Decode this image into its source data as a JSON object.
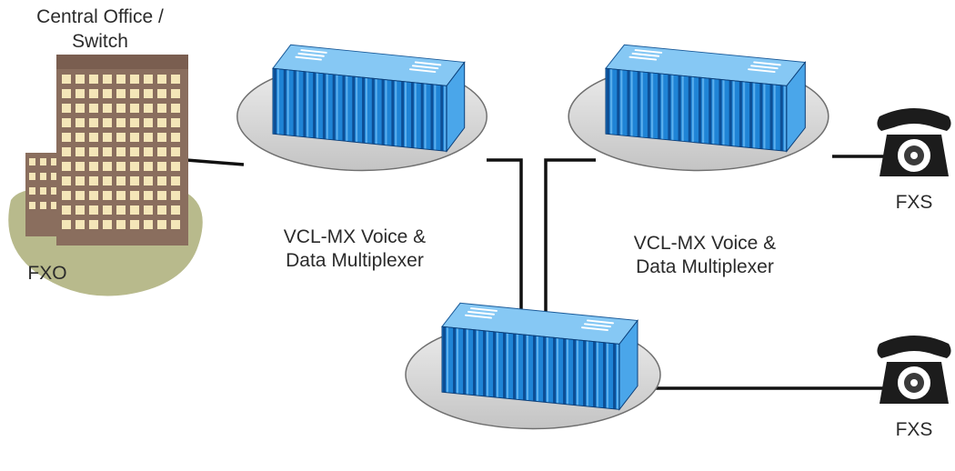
{
  "office": {
    "label_line1": "Central Office /",
    "label_line2": "Switch",
    "port_label": "FXO"
  },
  "mux_label_left": {
    "line1": "VCL-MX Voice &",
    "line2": "Data Multiplexer"
  },
  "mux_label_right": {
    "line1": "VCL-MX Voice &",
    "line2": "Data Multiplexer"
  },
  "phones": [
    {
      "port_label": "FXS"
    },
    {
      "port_label": "FXS"
    }
  ],
  "colors": {
    "mux_front": "#1e7fd0",
    "mux_top": "#7fc3f2",
    "mux_side": "#3f9ee6",
    "building_brick": "#8a6e5e",
    "window": "#f4e6b8",
    "ground": "#b7b98a",
    "ellipse": "#d6d6d6",
    "cable": "#111111",
    "phone": "#1a1a1a"
  }
}
